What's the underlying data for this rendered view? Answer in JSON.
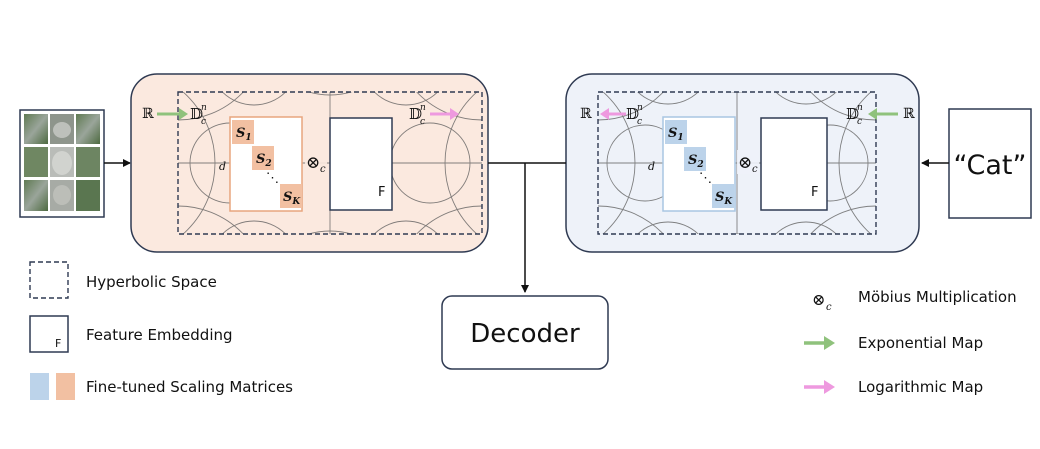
{
  "input_text": "“Cat”",
  "decoder": {
    "label": "Decoder"
  },
  "math": {
    "reals": "ℝ",
    "ball": "𝔻",
    "ball_sup": "n",
    "ball_sub": "c",
    "mobius_op": "⊗",
    "mobius_sub": "c",
    "distance": "d",
    "feature": "F",
    "s1": "S",
    "s1_sub": "1",
    "s2": "S",
    "s2_sub": "2",
    "sk": "S",
    "sk_sub": "K",
    "dots": "⋱"
  },
  "legend": {
    "hyperbolic_space": "Hyperbolic Space",
    "feature_embedding": "Feature Embedding",
    "feature_embedding_glyph": "F",
    "scaling_matrices": "Fine-tuned Scaling Matrices",
    "mobius_multiplication": "Möbius Multiplication",
    "mobius_glyph": "⊗",
    "mobius_glyph_sub": "c",
    "exponential_map": "Exponential Map",
    "logarithmic_map": "Logarithmic Map"
  },
  "colors": {
    "image_panel_fill": "#fbe9df",
    "text_panel_fill": "#eef2f9",
    "panel_stroke": "#2f3a52",
    "scale_orange": "#f2c0a2",
    "scale_blue": "#bcd3ea",
    "exp_arrow": "#8fc27c",
    "log_arrow": "#ee99df"
  }
}
